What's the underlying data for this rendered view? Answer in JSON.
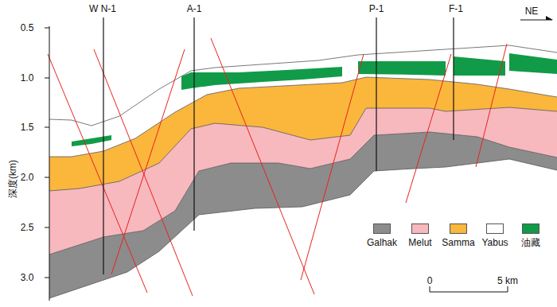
{
  "diagram": {
    "labels": [
      "W N-1",
      "A-1",
      "P-1",
      "F-1",
      "NE",
      "0.5",
      "1.0",
      "1.5",
      "2.0",
      "2.5",
      "3.0",
      "深度(km)",
      "0",
      "5 km"
    ],
    "legend": [
      {
        "text": "Galhak",
        "color": "#8c8c8c"
      },
      {
        "text": "Melut",
        "color": "#f7b8be"
      },
      {
        "text": "Samma",
        "color": "#fbb63c"
      },
      {
        "text": "Yabus",
        "color": "#ffffff"
      },
      {
        "text": "油藏",
        "color": "#119b48"
      }
    ]
  }
}
